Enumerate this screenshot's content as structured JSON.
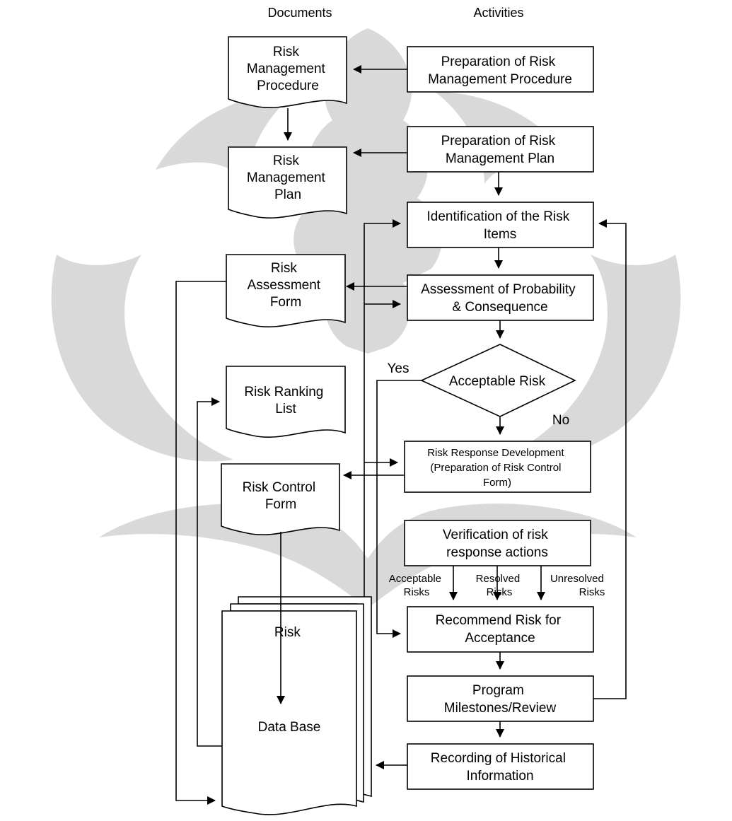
{
  "headers": {
    "documents": "Documents",
    "activities": "Activities"
  },
  "documents": {
    "risk_management_procedure": [
      "Risk",
      "Management",
      "Procedure"
    ],
    "risk_management_plan": [
      "Risk",
      "Management",
      "Plan"
    ],
    "risk_assessment_form": [
      "Risk",
      "Assessment",
      "Form"
    ],
    "risk_ranking_list": [
      "Risk Ranking",
      "List"
    ],
    "risk_control_form": [
      "Risk Control",
      "Form"
    ],
    "risk_data_base": [
      "Risk",
      "Data Base"
    ]
  },
  "activities": {
    "prep_procedure": [
      "Preparation of Risk",
      "Management Procedure"
    ],
    "prep_plan": [
      "Preparation of Risk",
      "Management Plan"
    ],
    "identification": [
      "Identification of the Risk",
      "Items"
    ],
    "assessment": [
      "Assessment of Probability",
      "& Consequence"
    ],
    "acceptable_risk": "Acceptable Risk",
    "response_development": [
      "Risk Response Development",
      "(Preparation of Risk Control",
      "Form)"
    ],
    "verification": [
      "Verification of risk",
      "response actions"
    ],
    "recommend": [
      "Recommend Risk for",
      "Acceptance"
    ],
    "milestones": [
      "Program",
      "Milestones/Review"
    ],
    "recording": [
      "Recording of Historical",
      "Information"
    ]
  },
  "edge_labels": {
    "yes": "Yes",
    "no": "No",
    "acceptable_risks": [
      "Acceptable",
      "Risks"
    ],
    "resolved_risks": [
      "Resolved",
      "Risks"
    ],
    "unresolved_risks": [
      "Unresolved",
      "Risks"
    ]
  }
}
